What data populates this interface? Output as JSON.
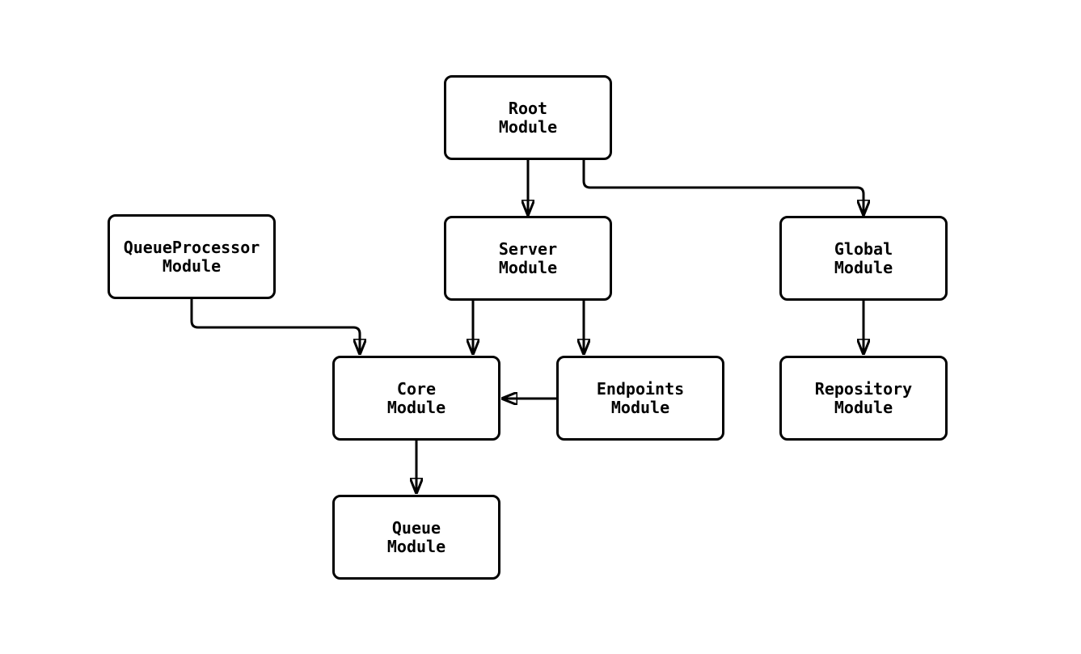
{
  "diagram": {
    "background_color": "#ffffff",
    "node_fill_color": "#ffffff",
    "line_color": "#000000",
    "text_color": "#000000",
    "nodes": [
      {
        "id": "root",
        "title": "Root",
        "subtitle": "Module"
      },
      {
        "id": "queueprocessor",
        "title": "QueueProcessor",
        "subtitle": "Module"
      },
      {
        "id": "server",
        "title": "Server",
        "subtitle": "Module"
      },
      {
        "id": "global",
        "title": "Global",
        "subtitle": "Module"
      },
      {
        "id": "core",
        "title": "Core",
        "subtitle": "Module"
      },
      {
        "id": "endpoints",
        "title": "Endpoints",
        "subtitle": "Module"
      },
      {
        "id": "repository",
        "title": "Repository",
        "subtitle": "Module"
      },
      {
        "id": "queue",
        "title": "Queue",
        "subtitle": "Module"
      }
    ],
    "edges": [
      {
        "from": "root",
        "to": "server"
      },
      {
        "from": "root",
        "to": "global"
      },
      {
        "from": "queueprocessor",
        "to": "core"
      },
      {
        "from": "server",
        "to": "core"
      },
      {
        "from": "server",
        "to": "endpoints"
      },
      {
        "from": "endpoints",
        "to": "core"
      },
      {
        "from": "global",
        "to": "repository"
      },
      {
        "from": "core",
        "to": "queue"
      }
    ]
  }
}
